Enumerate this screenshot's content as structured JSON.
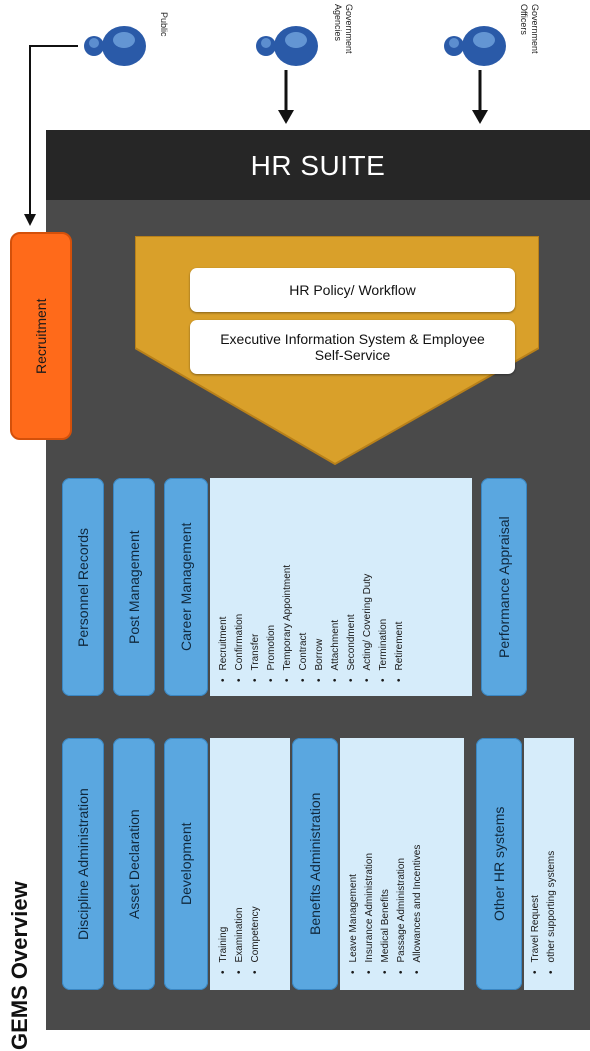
{
  "caption": "GEMS Overview",
  "suite": {
    "title": "HR SUITE"
  },
  "actors": [
    {
      "icon": "user-group-icon",
      "label": "Public"
    },
    {
      "icon": "user-group-icon",
      "label": "Government Agencies"
    },
    {
      "icon": "user-group-icon",
      "label": "Government Officers"
    }
  ],
  "recruitment": "Recruitment",
  "policy": {
    "workflow": "HR Policy/ Workflow",
    "eis": "Executive Information System & Employee Self-Service"
  },
  "modules": {
    "personnel_records": "Personnel Records",
    "post_management": "Post Management",
    "career_management": "Career Management",
    "performance_appraisal": "Performance Appraisal",
    "discipline_administration": "Discipline Administration",
    "asset_declaration": "Asset Declaration",
    "development": "Development",
    "benefits_administration": "Benefits Administration",
    "other_hr_systems": "Other HR systems"
  },
  "lists": {
    "career": [
      "Recruitment",
      "Confirmation",
      "Transfer",
      "Promotion",
      "Temporary Appointment",
      "Contract",
      "Borrow",
      "Attachment",
      "Secondment",
      "Acting/ Covering Duty",
      "Termination",
      "Retirement"
    ],
    "development": [
      "Training",
      "Examination",
      "Competency"
    ],
    "benefits": [
      "Leave Management",
      "Insurance Administration",
      "Medical Benefits",
      "Passage Administration",
      "Allowances and Incentives"
    ],
    "other": [
      "Travel Request",
      "other supporting systems"
    ]
  },
  "colors": {
    "suite_bg": "#4a4a4a",
    "header_bg": "#262626",
    "recruitment": "#ff6a1a",
    "policy_funnel": "#d9a02a",
    "module": "#5aa7e0",
    "list_bg": "#d6ecfa"
  }
}
